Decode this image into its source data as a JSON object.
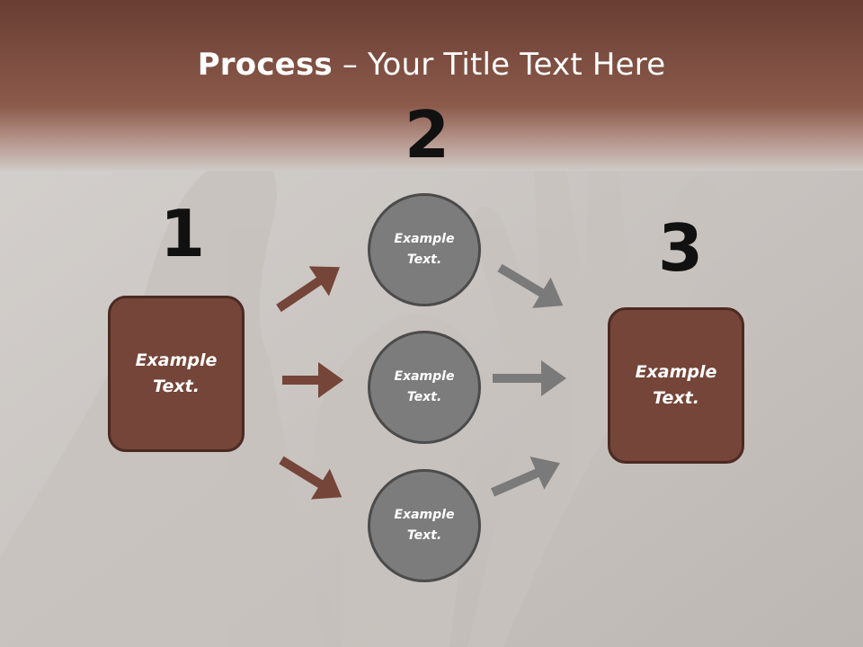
{
  "title": {
    "bold": "Process",
    "rest": " – Your Title Text Here"
  },
  "numbers": [
    "1",
    "2",
    "3"
  ],
  "boxes": {
    "left": "Example Text.",
    "right": "Example Text."
  },
  "circles": [
    "Example Text.",
    "Example Text.",
    "Example Text."
  ],
  "colors": {
    "brown": "#744538",
    "gray": "#7c7c7c",
    "header": "#7a4a3c"
  }
}
